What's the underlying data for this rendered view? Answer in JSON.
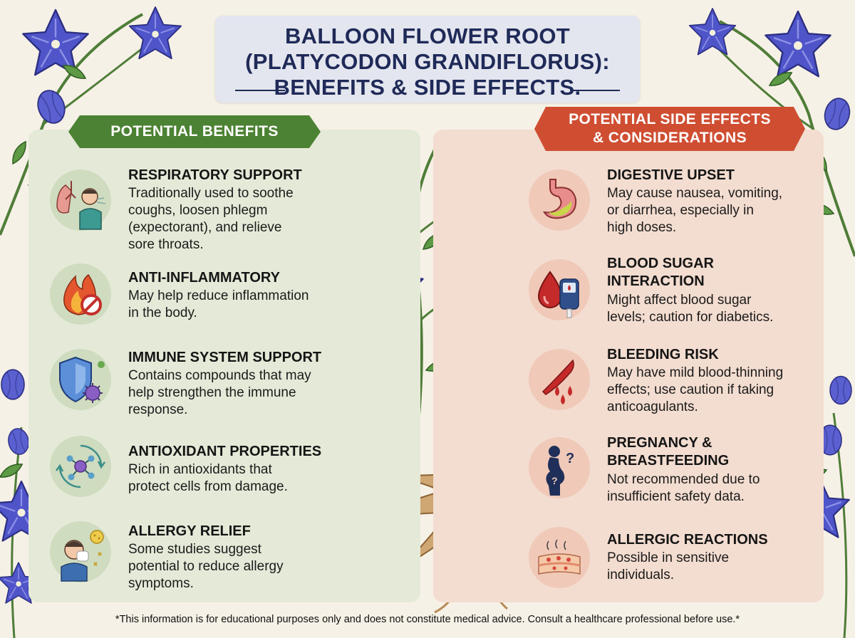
{
  "title": {
    "line1": "BALLOON FLOWER ROOT",
    "line2": "(PLATYCODON GRANDIFLORUS):",
    "line3": "BENEFITS & SIDE EFFECTS."
  },
  "benefits": {
    "heading": "POTENTIAL BENEFITS",
    "items": [
      {
        "title": "RESPIRATORY SUPPORT",
        "desc_lines": [
          "Traditionally used to soothe",
          "coughs, loosen phlegm",
          "(expectorant), and relieve",
          "sore throats."
        ],
        "icon": "lungs-cough-icon"
      },
      {
        "title": "ANTI-INFLAMMATORY",
        "desc_lines": [
          "May help reduce inflammation",
          "in the body."
        ],
        "icon": "flame-no-icon"
      },
      {
        "title": "IMMUNE SYSTEM SUPPORT",
        "desc_lines": [
          "Contains compounds that may",
          "help strengthen the immune",
          "response."
        ],
        "icon": "shield-virus-icon"
      },
      {
        "title": "ANTIOXIDANT PROPERTIES",
        "desc_lines": [
          "Rich in antioxidants that",
          "protect cells from damage."
        ],
        "icon": "molecule-cycle-icon"
      },
      {
        "title": "ALLERGY RELIEF",
        "desc_lines": [
          "Some studies suggest",
          "potential to reduce allergy",
          "symptoms."
        ],
        "icon": "sneeze-pollen-icon"
      }
    ]
  },
  "side_effects": {
    "heading_line1": "POTENTIAL SIDE EFFECTS",
    "heading_line2": "& CONSIDERATIONS",
    "items": [
      {
        "title_lines": [
          "DIGESTIVE UPSET"
        ],
        "desc_lines": [
          "May cause nausea, vomiting,",
          "or diarrhea, especially in",
          "high doses."
        ],
        "icon": "stomach-icon"
      },
      {
        "title_lines": [
          "BLOOD SUGAR",
          "INTERACTION"
        ],
        "desc_lines": [
          "Might affect blood sugar",
          "levels; caution for diabetics."
        ],
        "icon": "glucose-meter-icon"
      },
      {
        "title_lines": [
          "BLEEDING RISK"
        ],
        "desc_lines": [
          "May have mild blood-thinning",
          "effects; use caution if taking",
          "anticoagulants."
        ],
        "icon": "blood-drops-icon"
      },
      {
        "title_lines": [
          "PREGNANCY &",
          "BREASTFEEDING"
        ],
        "desc_lines": [
          "Not recommended due to",
          "insufficient safety data."
        ],
        "icon": "pregnant-question-icon"
      },
      {
        "title_lines": [
          "ALLERGIC REACTIONS"
        ],
        "desc_lines": [
          "Possible in sensitive",
          "individuals."
        ],
        "icon": "skin-rash-icon"
      }
    ]
  },
  "footnote": "*This information is for educational purposes only and does not constitute medical advice. Consult a healthcare professional before use.*",
  "colors": {
    "background": "#f6f1e6",
    "title_text": "#1f2a58",
    "benefits_green": "#4c8233",
    "side_effects_red": "#cf4e32",
    "flower_blue": "#4f55c9",
    "root_tan": "#cfa772"
  }
}
